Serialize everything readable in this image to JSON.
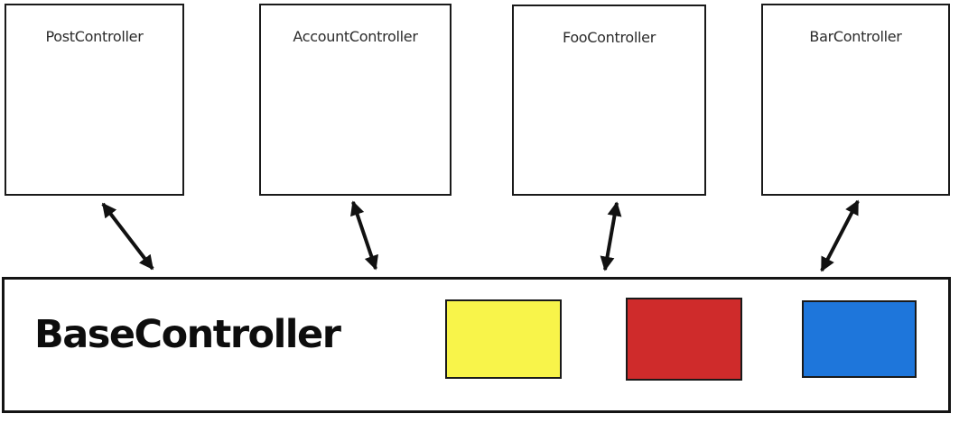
{
  "diagram": {
    "title_hint": "controller inheritance diagram",
    "controllers": [
      {
        "label": "PostController"
      },
      {
        "label": "AccountController"
      },
      {
        "label": "FooController"
      },
      {
        "label": "BarController"
      }
    ],
    "base": {
      "label": "BaseController",
      "swatches": [
        {
          "name": "yellow-swatch",
          "color": "#f8f44a"
        },
        {
          "name": "red-swatch",
          "color": "#cf2b2b"
        },
        {
          "name": "blue-swatch",
          "color": "#1e76db"
        }
      ]
    },
    "connections": [
      {
        "from": "PostController",
        "to": "BaseController",
        "bidirectional": true
      },
      {
        "from": "AccountController",
        "to": "BaseController",
        "bidirectional": true
      },
      {
        "from": "FooController",
        "to": "BaseController",
        "bidirectional": true
      },
      {
        "from": "BarController",
        "to": "BaseController",
        "bidirectional": true
      }
    ],
    "colors": {
      "line": "#111111",
      "box_border": "#1a1a1a",
      "background": "#ffffff"
    }
  }
}
